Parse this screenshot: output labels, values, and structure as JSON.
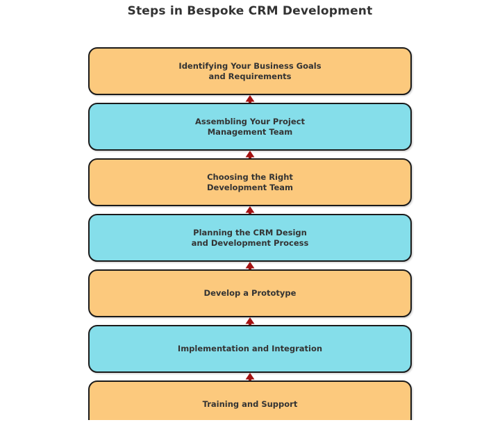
{
  "title": "Steps in Bespoke CRM Development",
  "colors": {
    "orange": "#FCC97D",
    "cyan": "#85DEEA",
    "border": "#1A1A1A",
    "arrow": "#A31212",
    "text": "#333333"
  },
  "steps": [
    {
      "label": "Identifying Your Business Goals\nand Requirements",
      "fill": "orange"
    },
    {
      "label": "Assembling Your Project\nManagement Team",
      "fill": "cyan"
    },
    {
      "label": "Choosing the Right\nDevelopment Team",
      "fill": "orange"
    },
    {
      "label": "Planning the CRM Design\nand Development Process",
      "fill": "cyan"
    },
    {
      "label": "Develop a Prototype",
      "fill": "orange"
    },
    {
      "label": "Implementation and Integration",
      "fill": "cyan"
    },
    {
      "label": "Training and Support",
      "fill": "orange"
    }
  ]
}
